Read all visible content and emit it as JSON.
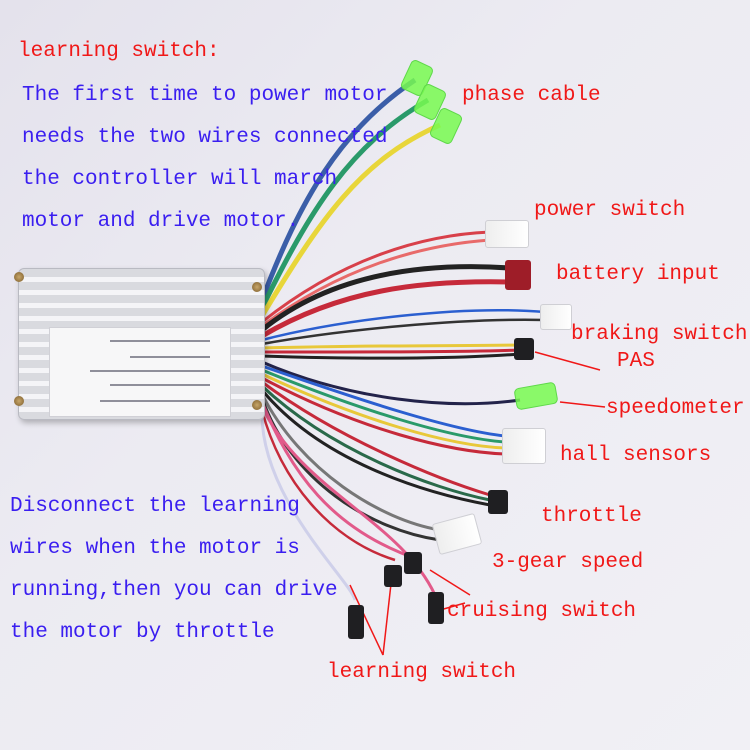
{
  "top_note": {
    "heading": "learning switch:",
    "lines": [
      "The first time to power motor",
      "needs the two wires connected",
      "the controller will march",
      "motor and drive motor."
    ]
  },
  "bottom_note": {
    "lines": [
      "Disconnect the learning",
      "wires when the motor is",
      "running,then you can drive",
      "the motor by throttle"
    ]
  },
  "labels": {
    "phase_cable": "phase cable",
    "power_switch": "power switch",
    "battery_input": "battery input",
    "braking_switch": "braking switch",
    "pas": "PAS",
    "speedometer": "speedometer",
    "hall_sensors": "hall sensors",
    "throttle": "throttle",
    "gear_speed": "3-gear speed",
    "cruising_switch": "cruising switch",
    "learning_switch": "learning switch"
  },
  "colors": {
    "label_red": "#f01818",
    "note_blue": "#3a1ef0"
  }
}
